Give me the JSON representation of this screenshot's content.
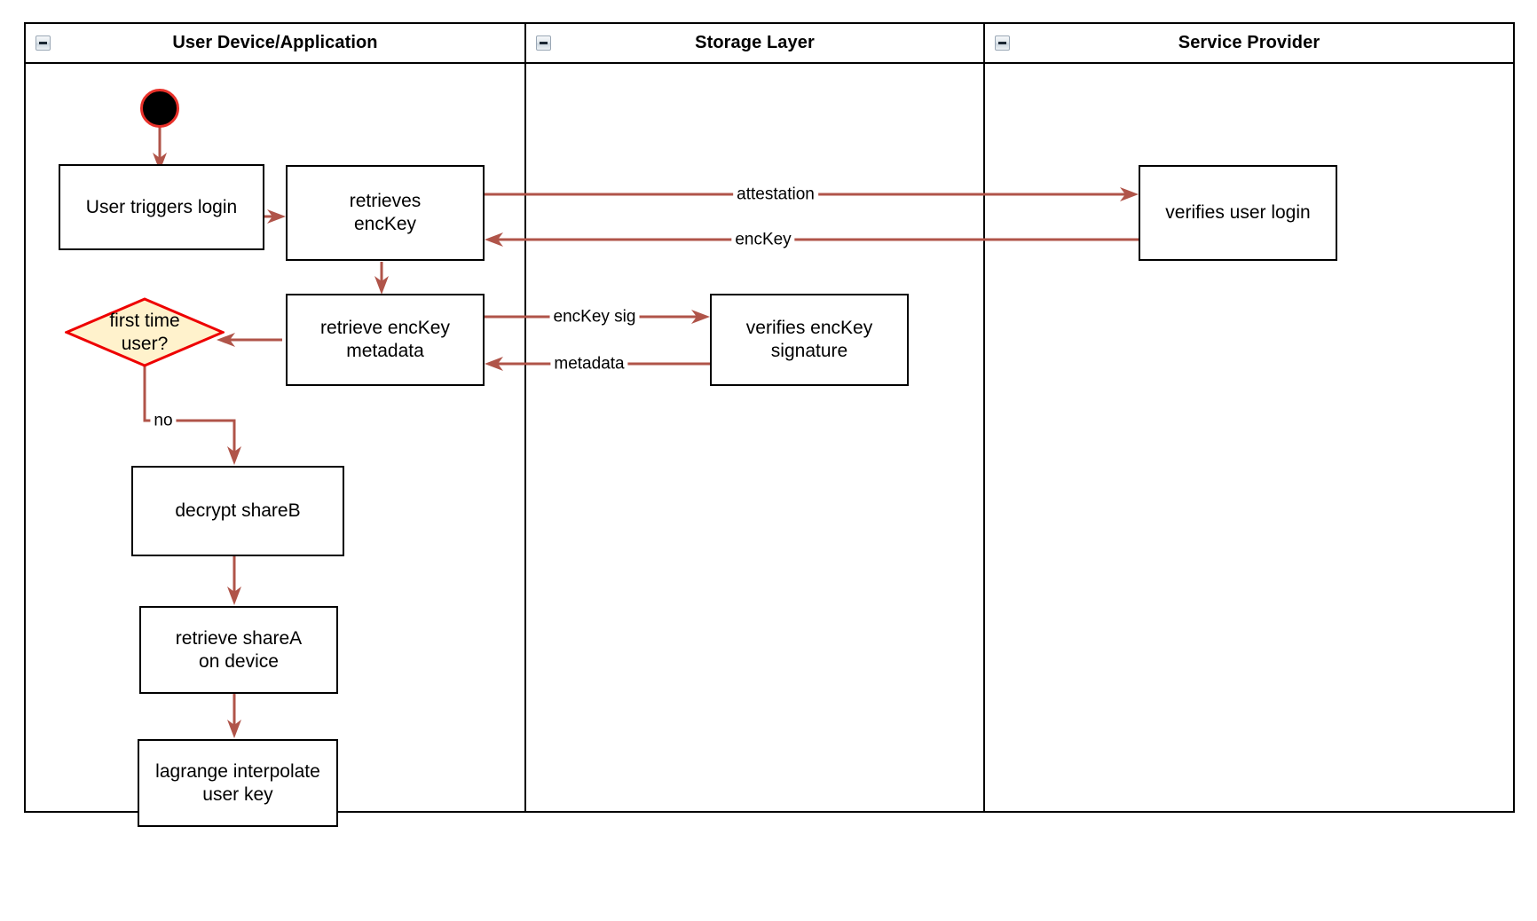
{
  "diagram": {
    "type": "swimlane-activity-diagram",
    "lanes": [
      {
        "id": "user-device",
        "title": "User Device/Application",
        "collapse_icon": "collapse-minus-icon"
      },
      {
        "id": "storage-layer",
        "title": "Storage Layer",
        "collapse_icon": "collapse-minus-icon"
      },
      {
        "id": "service-provider",
        "title": "Service Provider",
        "collapse_icon": "collapse-minus-icon"
      }
    ],
    "nodes": [
      {
        "id": "start",
        "type": "start",
        "lane": "user-device",
        "label": ""
      },
      {
        "id": "user-triggers-login",
        "type": "process",
        "lane": "user-device",
        "label": "User triggers login"
      },
      {
        "id": "retrieves-enckey",
        "type": "process",
        "lane": "user-device",
        "label": "retrieves\nencKey"
      },
      {
        "id": "retrieve-enckey-metadata",
        "type": "process",
        "lane": "user-device",
        "label": "retrieve encKey\nmetadata"
      },
      {
        "id": "first-time-user",
        "type": "decision",
        "lane": "user-device",
        "label": "first time\nuser?"
      },
      {
        "id": "decrypt-shareb",
        "type": "process",
        "lane": "user-device",
        "label": "decrypt shareB"
      },
      {
        "id": "retrieve-sharea-on-device",
        "type": "process",
        "lane": "user-device",
        "label": "retrieve shareA\non device"
      },
      {
        "id": "lagrange-interpolate-user-key",
        "type": "process",
        "lane": "user-device",
        "label": "lagrange interpolate\nuser key"
      },
      {
        "id": "verifies-enckey-signature",
        "type": "process",
        "lane": "storage-layer",
        "label": "verifies encKey\nsignature"
      },
      {
        "id": "verifies-user-login",
        "type": "process",
        "lane": "service-provider",
        "label": "verifies user login"
      }
    ],
    "edges": [
      {
        "id": "e-start-login",
        "from": "start",
        "to": "user-triggers-login",
        "label": ""
      },
      {
        "id": "e-login-retrieves",
        "from": "user-triggers-login",
        "to": "retrieves-enckey",
        "label": ""
      },
      {
        "id": "e-attestation",
        "from": "retrieves-enckey",
        "to": "verifies-user-login",
        "label": "attestation"
      },
      {
        "id": "e-enckey-return",
        "from": "verifies-user-login",
        "to": "retrieves-enckey",
        "label": "encKey"
      },
      {
        "id": "e-retrieves-metadata",
        "from": "retrieves-enckey",
        "to": "retrieve-enckey-metadata",
        "label": ""
      },
      {
        "id": "e-enckey-sig",
        "from": "retrieve-enckey-metadata",
        "to": "verifies-enckey-signature",
        "label": "encKey sig"
      },
      {
        "id": "e-metadata-return",
        "from": "verifies-enckey-signature",
        "to": "retrieve-enckey-metadata",
        "label": "metadata"
      },
      {
        "id": "e-metadata-decision",
        "from": "retrieve-enckey-metadata",
        "to": "first-time-user",
        "label": ""
      },
      {
        "id": "e-decision-decrypt",
        "from": "first-time-user",
        "to": "decrypt-shareb",
        "label": "no"
      },
      {
        "id": "e-decrypt-sharea",
        "from": "decrypt-shareb",
        "to": "retrieve-sharea-on-device",
        "label": ""
      },
      {
        "id": "e-sharea-lagrange",
        "from": "retrieve-sharea-on-device",
        "to": "lagrange-interpolate-user-key",
        "label": ""
      }
    ],
    "colors": {
      "edge": "#b05449",
      "node_border": "#000000",
      "node_fill": "#ffffff",
      "decision_fill": "#fff2cc",
      "decision_border": "#ee0000",
      "start_fill": "#000000",
      "start_border": "#e8312a",
      "lane_border": "#000000",
      "text": "#000000",
      "background": "#ffffff"
    }
  }
}
